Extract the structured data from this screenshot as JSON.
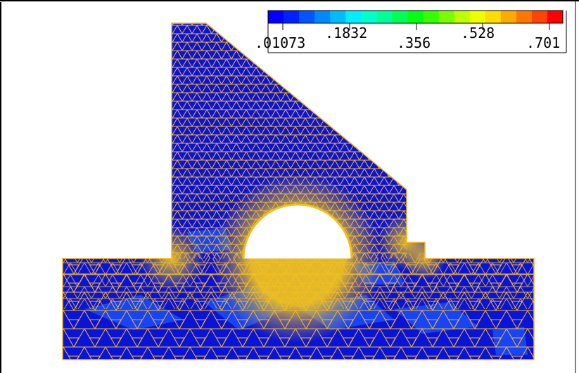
{
  "colorbar": {
    "tick_labels": [
      ".01073",
      ".1832",
      ".356",
      ".528",
      ".701"
    ],
    "colors": [
      "#0000ff",
      "#0022ff",
      "#0055ff",
      "#0088ff",
      "#00bbff",
      "#00eeff",
      "#00ffcc",
      "#00ff99",
      "#00ff55",
      "#00ff11",
      "#33ff00",
      "#77ff00",
      "#bbff00",
      "#eeff00",
      "#ffdd00",
      "#ffaa00",
      "#ff7700",
      "#ff4400",
      "#ff0000"
    ]
  },
  "mesh": {
    "fill_color": "#0a14d8",
    "highlight_color": "#1a4cff",
    "edge_color": "#f5b825",
    "dense_edge_color": "#f0c020"
  }
}
